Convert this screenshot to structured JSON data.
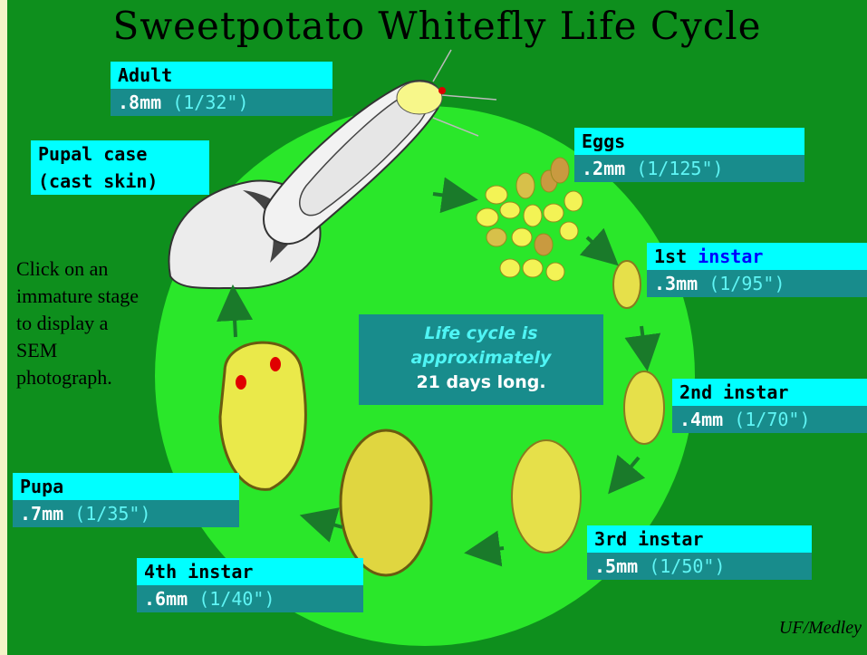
{
  "title": "Sweetpotato Whitefly Life Cycle",
  "note": "Click on an immature stage to display a SEM photograph.",
  "center": {
    "line1": "Life cycle is",
    "line2": "approximately",
    "line3": "21 days long."
  },
  "credit": "UF/Medley",
  "stages": {
    "adult": {
      "name": "Adult",
      "size": ".8mm",
      "inches": "(1/32\")"
    },
    "pupal_case": {
      "line1": "Pupal case",
      "line2": "(cast skin)"
    },
    "eggs": {
      "name": "Eggs",
      "size": ".2mm",
      "inches": "(1/125\")"
    },
    "first": {
      "num": "1st",
      "word": "instar",
      "size": ".3mm",
      "inches": "(1/95\")"
    },
    "second": {
      "name": "2nd instar",
      "size": ".4mm",
      "inches": "(1/70\")"
    },
    "third": {
      "name": "3rd instar",
      "size": ".5mm",
      "inches": "(1/50\")"
    },
    "fourth": {
      "name": "4th instar",
      "size": ".6mm",
      "inches": "(1/40\")"
    },
    "pupa": {
      "name": "Pupa",
      "size": ".7mm",
      "inches": "(1/35\")"
    }
  },
  "colors": {
    "background": "#0e8f1d",
    "circle": "#2ae72a",
    "label_top": "#00ffff",
    "label_bottom": "#188c8c",
    "arrow": "#1a7a2a"
  }
}
